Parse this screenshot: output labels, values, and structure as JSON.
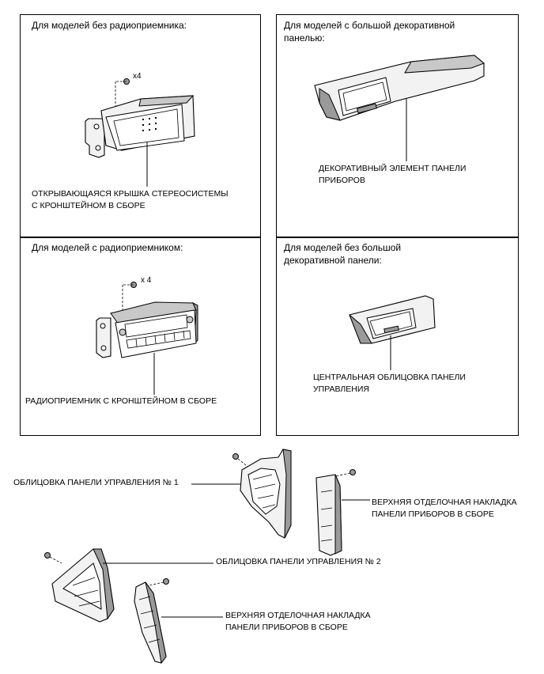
{
  "panels": {
    "top_left": {
      "heading": "Для моделей без радиоприемника:",
      "caption": [
        "ОТКРЫВАЮЩАЯСЯ КРЫШКА СТЕРЕОСИСТЕМЫ",
        "С КРОНШТЕЙНОМ В СБОРЕ"
      ],
      "qty": "x4"
    },
    "top_right": {
      "heading": [
        "Для моделей с большой декоративной",
        "панелью:"
      ],
      "caption": [
        "ДЕКОРАТИВНЫЙ ЭЛЕМЕНТ ПАНЕЛИ",
        "ПРИБОРОВ"
      ]
    },
    "bottom_left": {
      "heading": "Для моделей с радиоприемником:",
      "caption": "РАДИОПРИЕМНИК С КРОНШТЕЙНОМ В СБОРЕ",
      "qty": "x 4"
    },
    "bottom_right": {
      "heading": [
        "Для моделей без большой",
        "декоративной панели:"
      ],
      "caption": [
        "ЦЕНТРАЛЬНАЯ ОБЛИЦОВКА ПАНЕЛИ",
        "УПРАВЛЕНИЯ"
      ]
    }
  },
  "lower": {
    "trim1": "ОБЛИЦОВКА ПАНЕЛИ УПРАВЛЕНИЯ № 1",
    "upper_trim_right": [
      "ВЕРХНЯЯ ОТДЕЛОЧНАЯ НАКЛАДКА",
      "ПАНЕЛИ ПРИБОРОВ В СБОРЕ"
    ],
    "trim2": "ОБЛИЦОВКА ПАНЕЛИ УПРАВЛЕНИЯ № 2",
    "upper_trim_bottom": [
      "ВЕРХНЯЯ ОТДЕЛОЧНАЯ НАКЛАДКА",
      "ПАНЕЛИ ПРИБОРОВ В СБОРЕ"
    ]
  }
}
